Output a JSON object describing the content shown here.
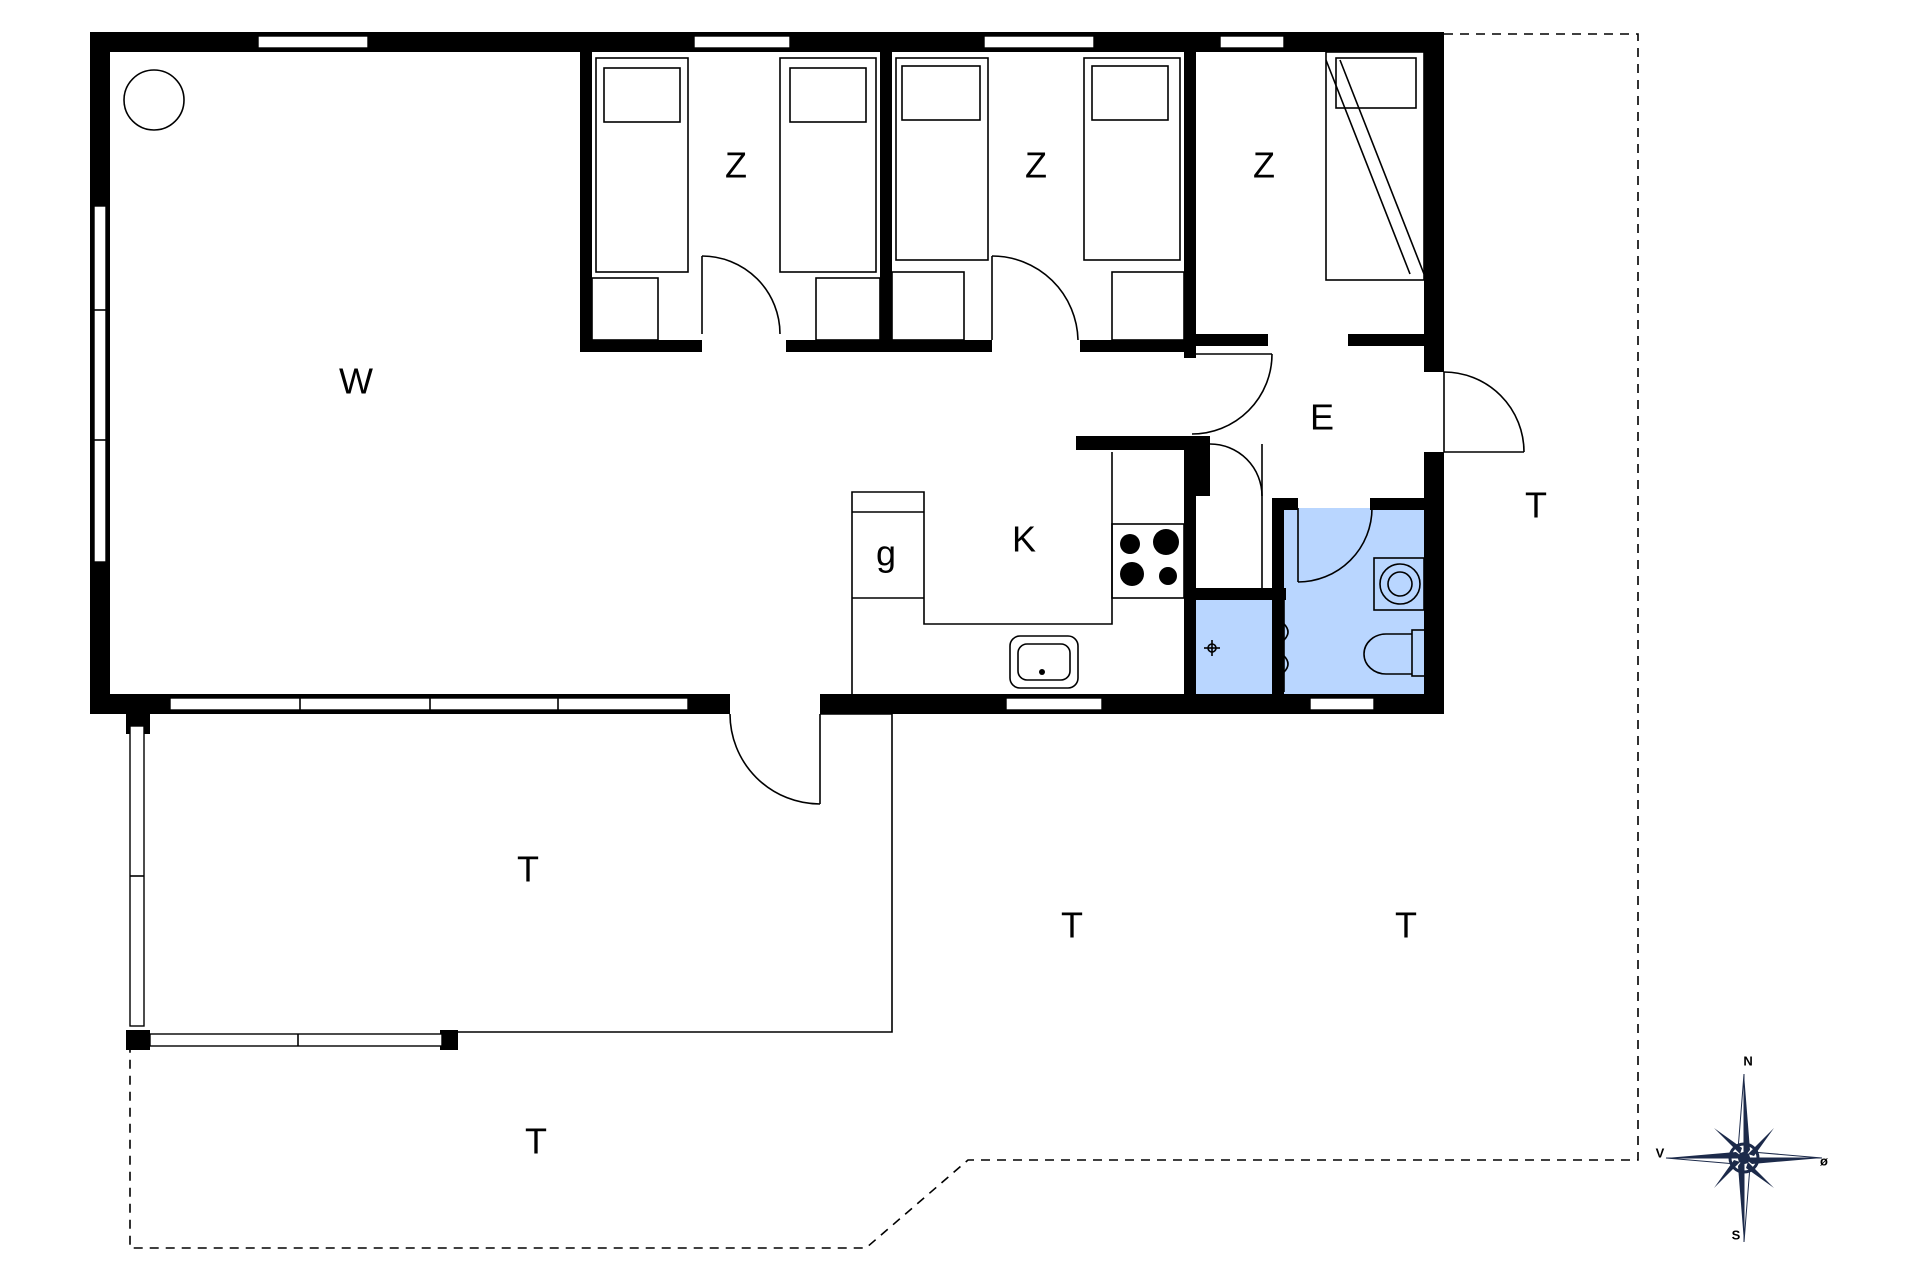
{
  "rooms": {
    "living": "W",
    "bedroom_1": "Z",
    "bedroom_2": "Z",
    "bedroom_3": "Z",
    "entrance": "E",
    "kitchen": "K",
    "kitchen_appliance": "g",
    "terrace_right": "T",
    "terrace_covered": "T",
    "terrace_middle": "T",
    "terrace_lower_right": "T",
    "terrace_bottom": "T"
  },
  "compass": {
    "north": "N",
    "south": "S",
    "east": "ø",
    "west": "V"
  },
  "colors": {
    "walls": "#000000",
    "bathroom_fill": "#b9d6ff",
    "compass_dark": "#1c2a4a"
  }
}
